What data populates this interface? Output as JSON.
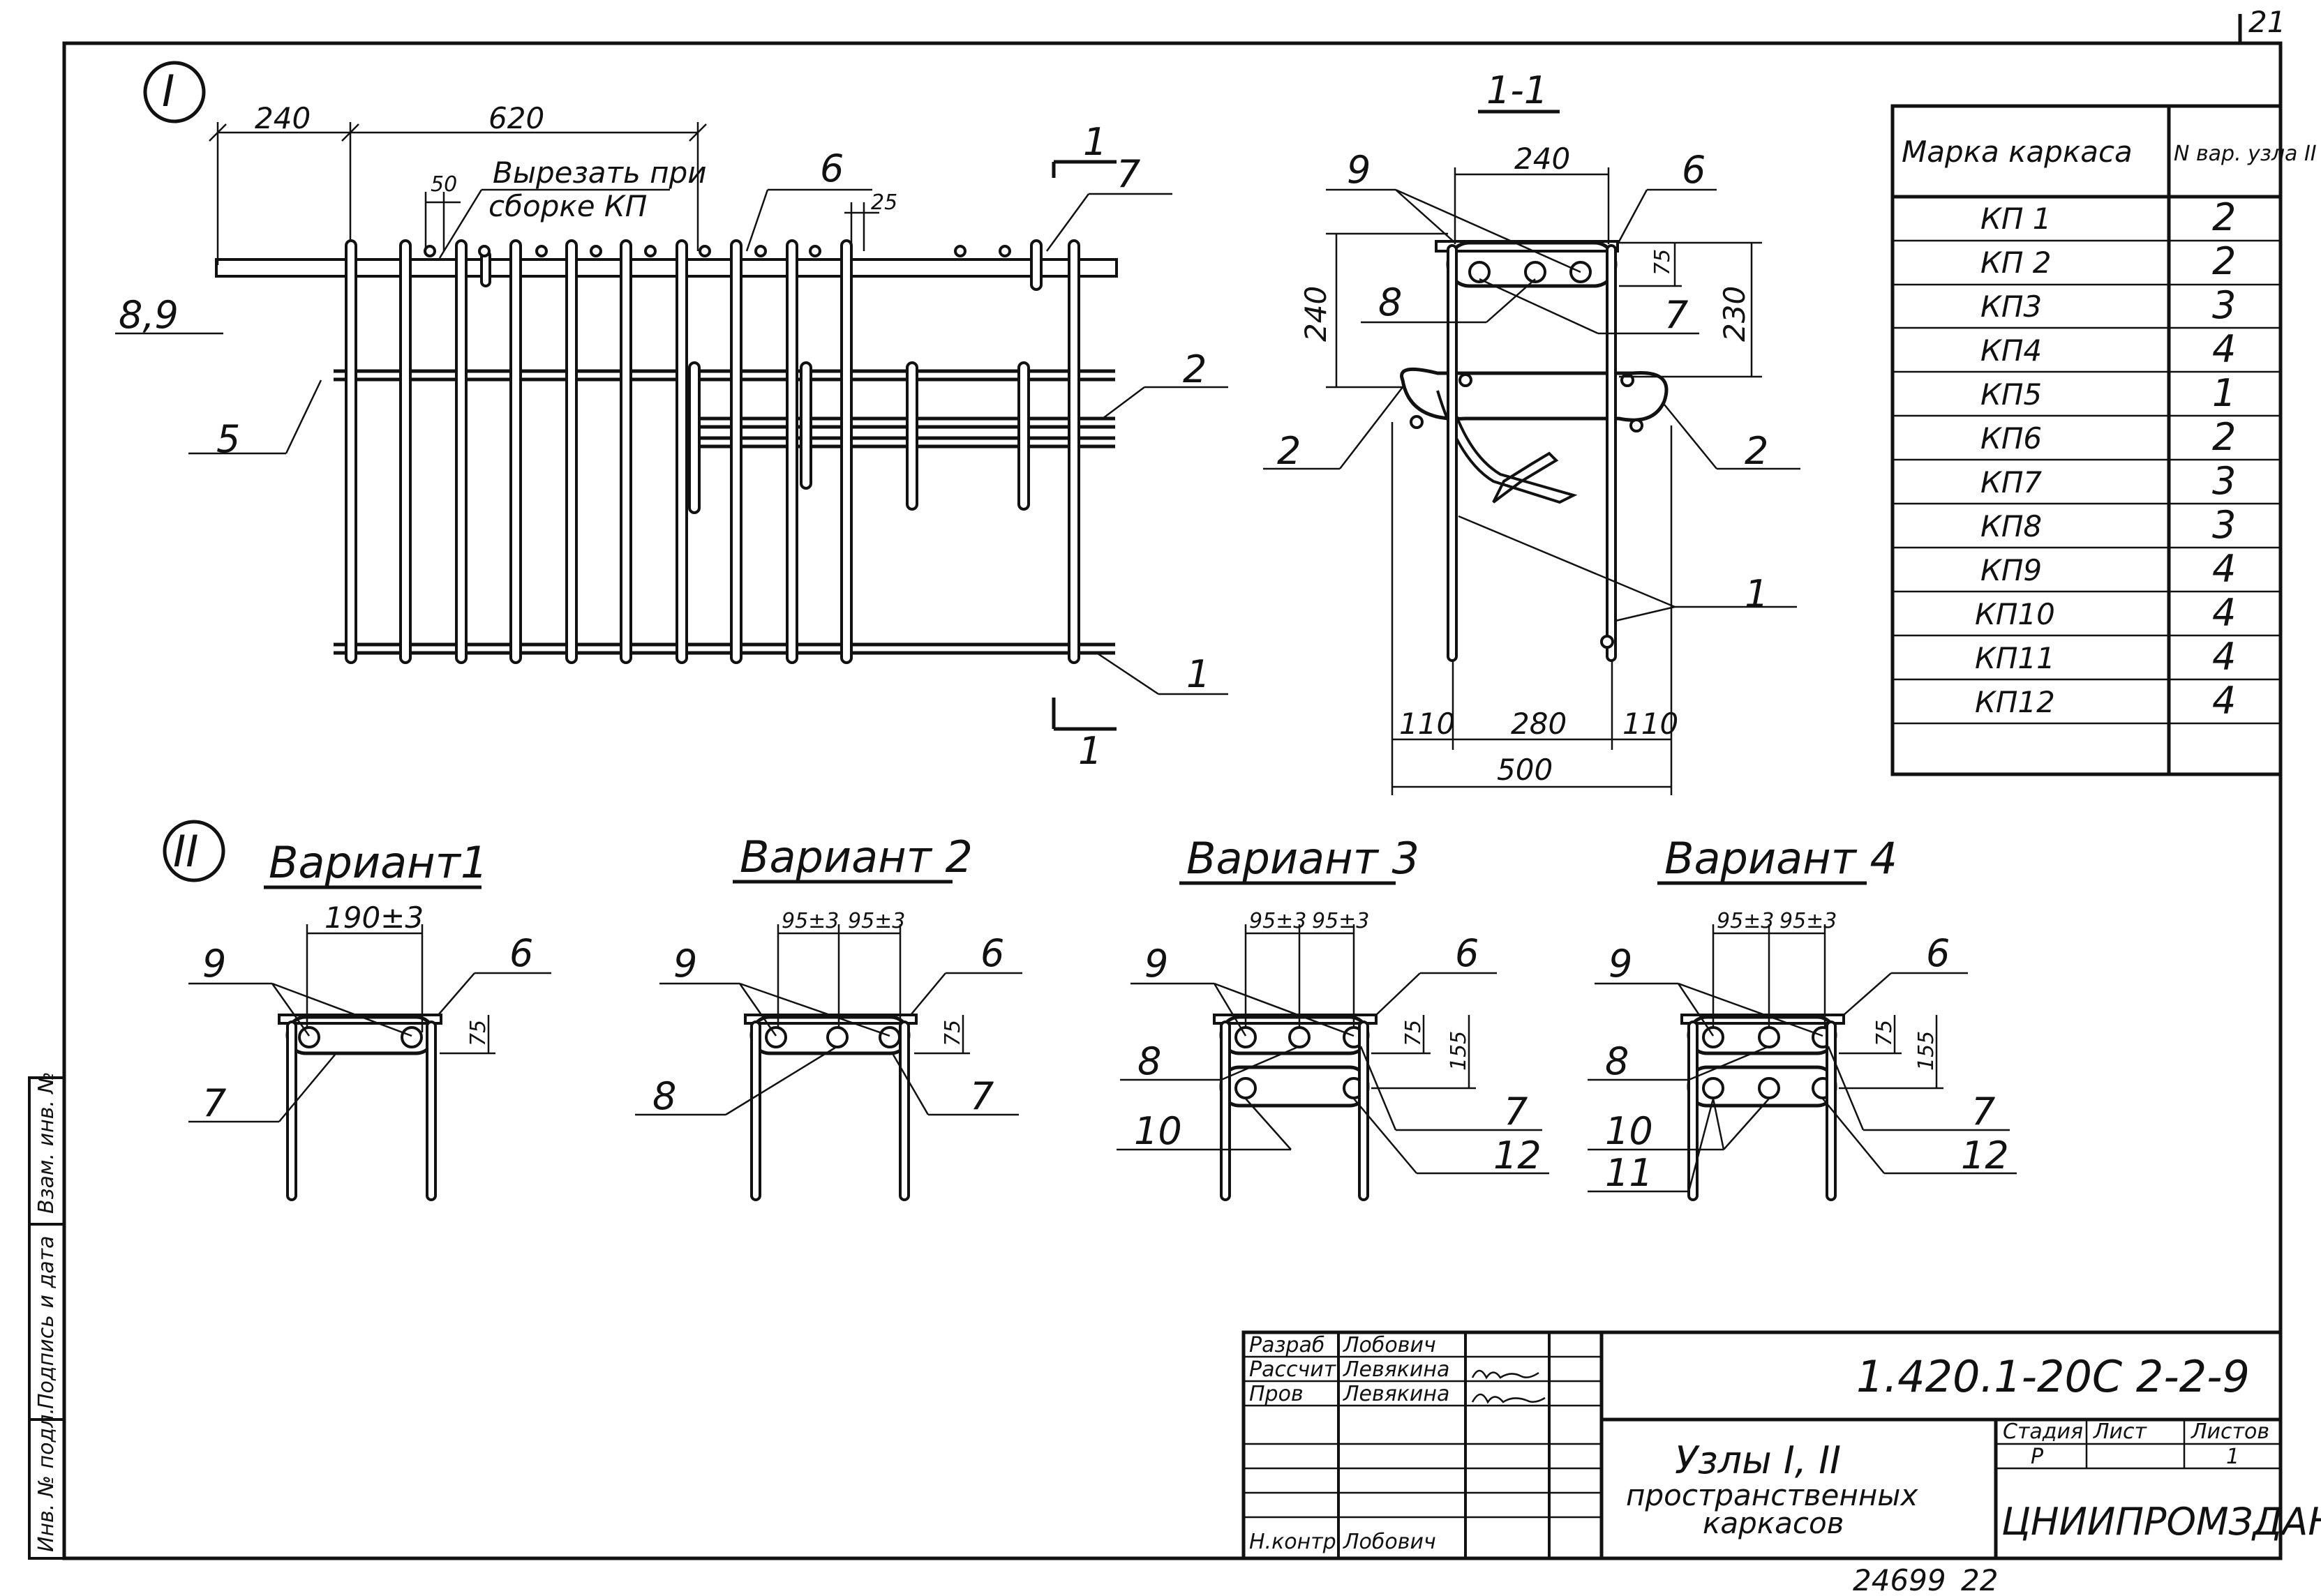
{
  "sheet": {
    "sheet_number": "21",
    "archive_number": "24699",
    "archive_page": "22",
    "side_stamp": [
      "Инв. № подл.",
      "Подпись и дата",
      "Взам. инв. №"
    ]
  },
  "node_I": {
    "marker": "I",
    "dims": [
      "240",
      "620",
      "50",
      "25"
    ],
    "note": [
      "Вырезать при",
      "сборке КП"
    ],
    "callouts": [
      "8,9",
      "6",
      "7",
      "5",
      "2",
      "1"
    ],
    "section_mark": "1"
  },
  "section_1_1": {
    "title": "1-1",
    "dims": [
      "240",
      "240",
      "230",
      "75",
      "110",
      "280",
      "110",
      "500"
    ],
    "callouts": [
      "9",
      "6",
      "8",
      "7",
      "2",
      "2",
      "1"
    ]
  },
  "node_II": {
    "marker": "II",
    "variants": [
      {
        "title": "Вариант1",
        "dims": [
          "190±3",
          "75"
        ],
        "callouts": [
          "9",
          "6",
          "7"
        ]
      },
      {
        "title": "Вариант 2",
        "dims": [
          "95±3",
          "95±3",
          "75"
        ],
        "callouts": [
          "9",
          "6",
          "8",
          "7"
        ]
      },
      {
        "title": "Вариант 3",
        "dims": [
          "95±3",
          "95±3",
          "75",
          "155"
        ],
        "callouts": [
          "9",
          "6",
          "8",
          "7",
          "10",
          "12"
        ]
      },
      {
        "title": "Вариант 4",
        "dims": [
          "95±3",
          "95±3",
          "75",
          "155"
        ],
        "callouts": [
          "9",
          "6",
          "8",
          "7",
          "10",
          "11",
          "12"
        ]
      }
    ]
  },
  "marks_table": {
    "headers": [
      "Марка каркаса",
      "N вар. узла II"
    ],
    "rows": [
      [
        "КП 1",
        "2"
      ],
      [
        "КП 2",
        "2"
      ],
      [
        "КП3",
        "3"
      ],
      [
        "КП4",
        "4"
      ],
      [
        "КП5",
        "1"
      ],
      [
        "КП6",
        "2"
      ],
      [
        "КП7",
        "3"
      ],
      [
        "КП8",
        "3"
      ],
      [
        "КП9",
        "4"
      ],
      [
        "КП10",
        "4"
      ],
      [
        "КП11",
        "4"
      ],
      [
        "КП12",
        "4"
      ]
    ]
  },
  "title_block": {
    "code": "1.420.1-20С 2-2-9",
    "roles": [
      {
        "role": "Разраб",
        "name": "Лобович"
      },
      {
        "role": "Рассчит",
        "name": "Левякина"
      },
      {
        "role": "Пров",
        "name": "Левякина"
      },
      {
        "role": "",
        "name": ""
      },
      {
        "role": "",
        "name": ""
      },
      {
        "role": "",
        "name": ""
      },
      {
        "role": "Н.контр",
        "name": "Лобович"
      }
    ],
    "title_lines": [
      "Узлы I, II",
      "пространственных",
      "каркасов"
    ],
    "stage_header": "Стадия",
    "sheet_header": "Лист",
    "sheets_header": "Листов",
    "stage": "Р",
    "sheets": "1",
    "org": "ЦНИИПРОМЗДАНИЙ"
  }
}
